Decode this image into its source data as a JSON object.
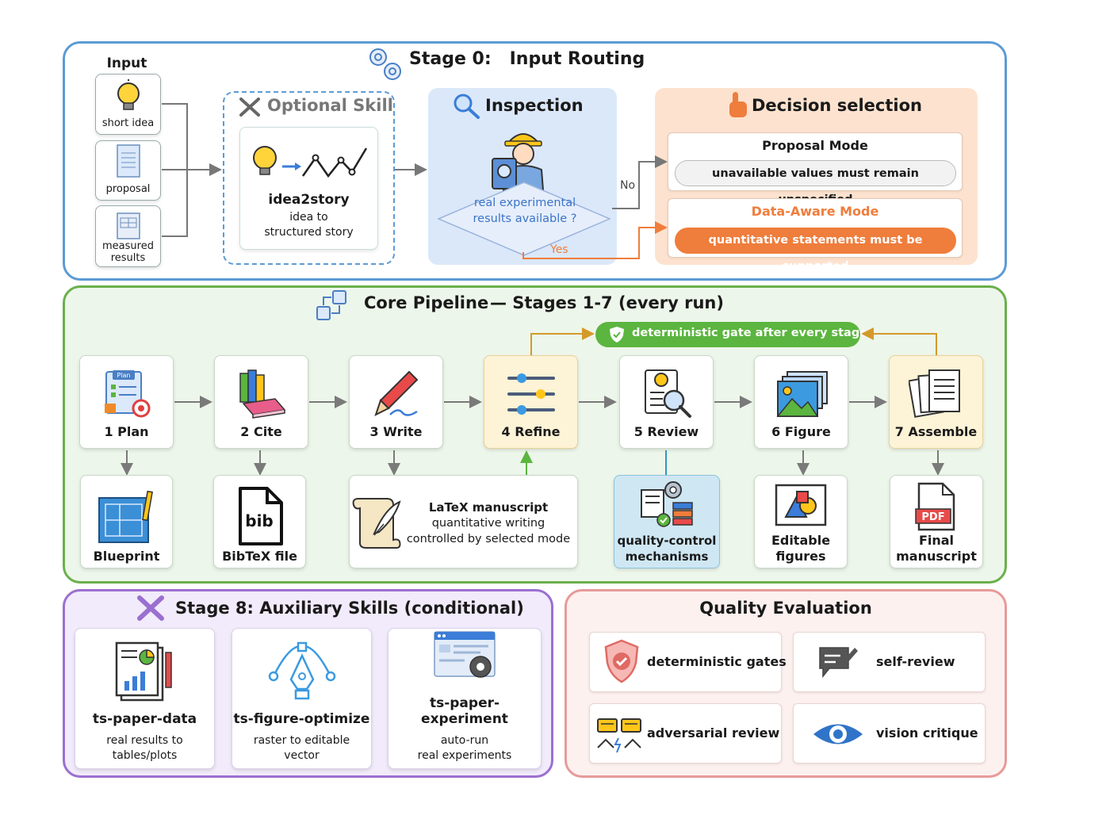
{
  "stage0": {
    "title": "Stage 0:   Input Routing",
    "input_title": "Input",
    "inputs": [
      "short idea",
      "proposal",
      "measured results"
    ],
    "optional": {
      "title": "Optional Skill",
      "skill_name": "idea2story",
      "skill_desc_1": "idea to",
      "skill_desc_2": "structured story"
    },
    "inspection": {
      "title": "Inspection",
      "question_1": "real experimental",
      "question_2": "results available ?",
      "no": "No",
      "yes": "Yes"
    },
    "decision": {
      "title": "Decision selection",
      "proposal_mode": "Proposal Mode",
      "proposal_rule": "unavailable values must remain unspecified",
      "data_mode": "Data-Aware Mode",
      "data_rule": "quantitative statements must be supported"
    }
  },
  "core": {
    "title": "Core Pipeline",
    "subtitle": "— Stages 1-7 (every run)",
    "gate": "deterministic gate after every stage",
    "stages": [
      "1 Plan",
      "2 Cite",
      "3 Write",
      "4 Refine",
      "5 Review",
      "6 Figure",
      "7 Assemble"
    ],
    "outputs": {
      "blueprint": "Blueprint",
      "bibtex": "BibTeX file",
      "bib_icon_text": "bib",
      "latex_1": "LaTeX manuscript",
      "latex_2": "quantitative writing",
      "latex_3": "controlled by selected mode",
      "qc_1": "quality-control",
      "qc_2": "mechanisms",
      "figs_1": "Editable",
      "figs_2": "figures",
      "final_1": "Final",
      "final_2": "manuscript",
      "pdf_text": "PDF",
      "plan_text": "Plan"
    }
  },
  "stage8": {
    "title": "Stage 8: Auxiliary Skills (conditional)",
    "skills": [
      {
        "name": "ts-paper-data",
        "d1": "real results to",
        "d2": "tables/plots"
      },
      {
        "name": "ts-figure-optimize",
        "d1": "raster to editable",
        "d2": "vector"
      },
      {
        "name": "ts-paper-experiment",
        "d1": "auto-run",
        "d2": "real experiments"
      }
    ]
  },
  "quality": {
    "title": "Quality Evaluation",
    "items": [
      "deterministic gates",
      "self-review",
      "adversarial review",
      "vision critique"
    ]
  },
  "colors": {
    "stage0_border": "#5b9bd5",
    "core_border": "#6ab04c",
    "core_bg": "#edf6ea",
    "stage8_border": "#9b6fd0",
    "stage8_bg": "#f1ebfb",
    "quality_border": "#e79a9a",
    "quality_bg": "#fdf1ef",
    "orange": "#ef7d3c",
    "gate_green": "#5bb53f",
    "arrow_gold": "#d39a2a"
  }
}
